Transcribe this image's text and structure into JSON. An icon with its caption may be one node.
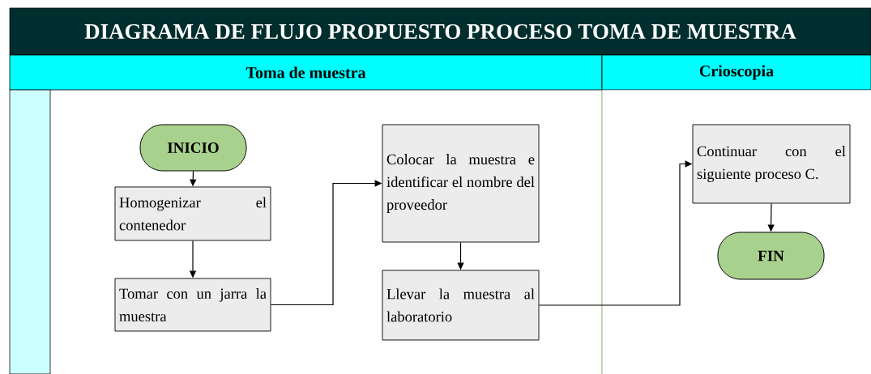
{
  "diagram": {
    "title": "DIAGRAMA DE FLUJO PROPUESTO  PROCESO TOMA DE MUESTRA",
    "nodes": [
      {
        "text": [
          "Toma de muestra"
        ]
      },
      {
        "text": [
          "Crioscopia"
        ]
      },
      {
        "text": [],
        "shape": "bar"
      },
      {
        "text": [
          "INICIO"
        ]
      },
      {
        "text": [
          "Homogenizar el contenedor"
        ]
      },
      {
        "text": [
          "Tomar con un jarra la muestra"
        ]
      },
      {
        "text": [
          "Colocar la muestra e identificar el nombre del proveedor"
        ]
      },
      {
        "text": [
          "Llevar la muestra al laboratorio"
        ]
      },
      {
        "text": [
          "Continuar con el siguiente proceso C."
        ]
      },
      {
        "text": [
          "FIN"
        ]
      }
    ],
    "edges": [
      {
        "from": 3,
        "to": 4,
        "arrow": "to"
      },
      {
        "from": 4,
        "to": 5,
        "arrow": "to"
      },
      {
        "from": 5,
        "to": 6,
        "arrow": "to"
      },
      {
        "from": 6,
        "to": 7,
        "arrow": "to"
      },
      {
        "from": 7,
        "to": 8,
        "arrow": "to"
      },
      {
        "from": 8,
        "to": 9,
        "arrow": "to"
      }
    ]
  }
}
